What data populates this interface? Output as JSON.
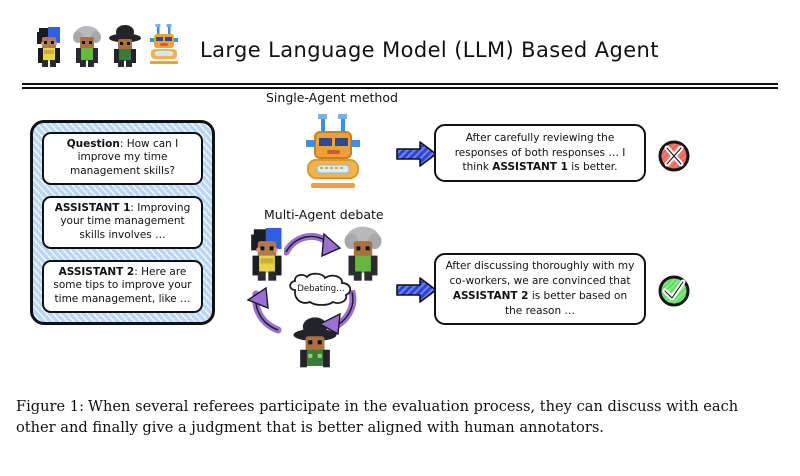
{
  "header": {
    "title": "Large Language Model (LLM) Based Agent",
    "avatars": [
      {
        "name": "avatar-blue-hair-agent",
        "label": "blue-hair agent"
      },
      {
        "name": "avatar-grey-hair-agent",
        "label": "grey-hair agent"
      },
      {
        "name": "avatar-black-hat-agent",
        "label": "black-hat agent"
      },
      {
        "name": "avatar-robot-agent",
        "label": "robot agent"
      }
    ]
  },
  "sections": {
    "single_agent_label": "Single-Agent method",
    "multi_agent_label": "Multi-Agent debate"
  },
  "input_panel": {
    "messages": [
      {
        "speaker": "Question",
        "separator": ":",
        "text": "How can I improve my time management skills?"
      },
      {
        "speaker": "ASSISTANT 1",
        "separator": ":",
        "text": "Improving your time management skills involves …"
      },
      {
        "speaker": "ASSISTANT 2",
        "separator": ":",
        "text": "Here are some tips to improve your time management, like …"
      }
    ]
  },
  "debate": {
    "bubble_text": "Debating…",
    "participants": [
      {
        "name": "debate-agent-blue-hair"
      },
      {
        "name": "debate-agent-grey-hair"
      },
      {
        "name": "debate-agent-black-hat"
      }
    ]
  },
  "outputs": {
    "single": {
      "pre": "After carefully reviewing the responses of both responses … I think ",
      "emphasis": "ASSISTANT 1",
      "post": " is better.",
      "verdict": "wrong",
      "verdict_icon": "cross-circle-icon"
    },
    "multi": {
      "pre": "After discussing thoroughly with my co-workers, we are convinced that ",
      "emphasis": "ASSISTANT 2",
      "post": " is better based on the reason …",
      "verdict": "correct",
      "verdict_icon": "check-circle-icon"
    }
  },
  "caption": {
    "figure_number": "Figure 1:",
    "text": "When several referees participate in the evaluation process, they can discuss with each other and finally give a judgment that is better aligned with human annotators."
  },
  "colors": {
    "panel_fill": "#b9d6f2",
    "arrow_blue": "#2b44d6",
    "debate_purple": "#9b6fd4",
    "verdict_wrong": "#f06a63",
    "verdict_right": "#7ee07e",
    "ink": "#111111"
  }
}
